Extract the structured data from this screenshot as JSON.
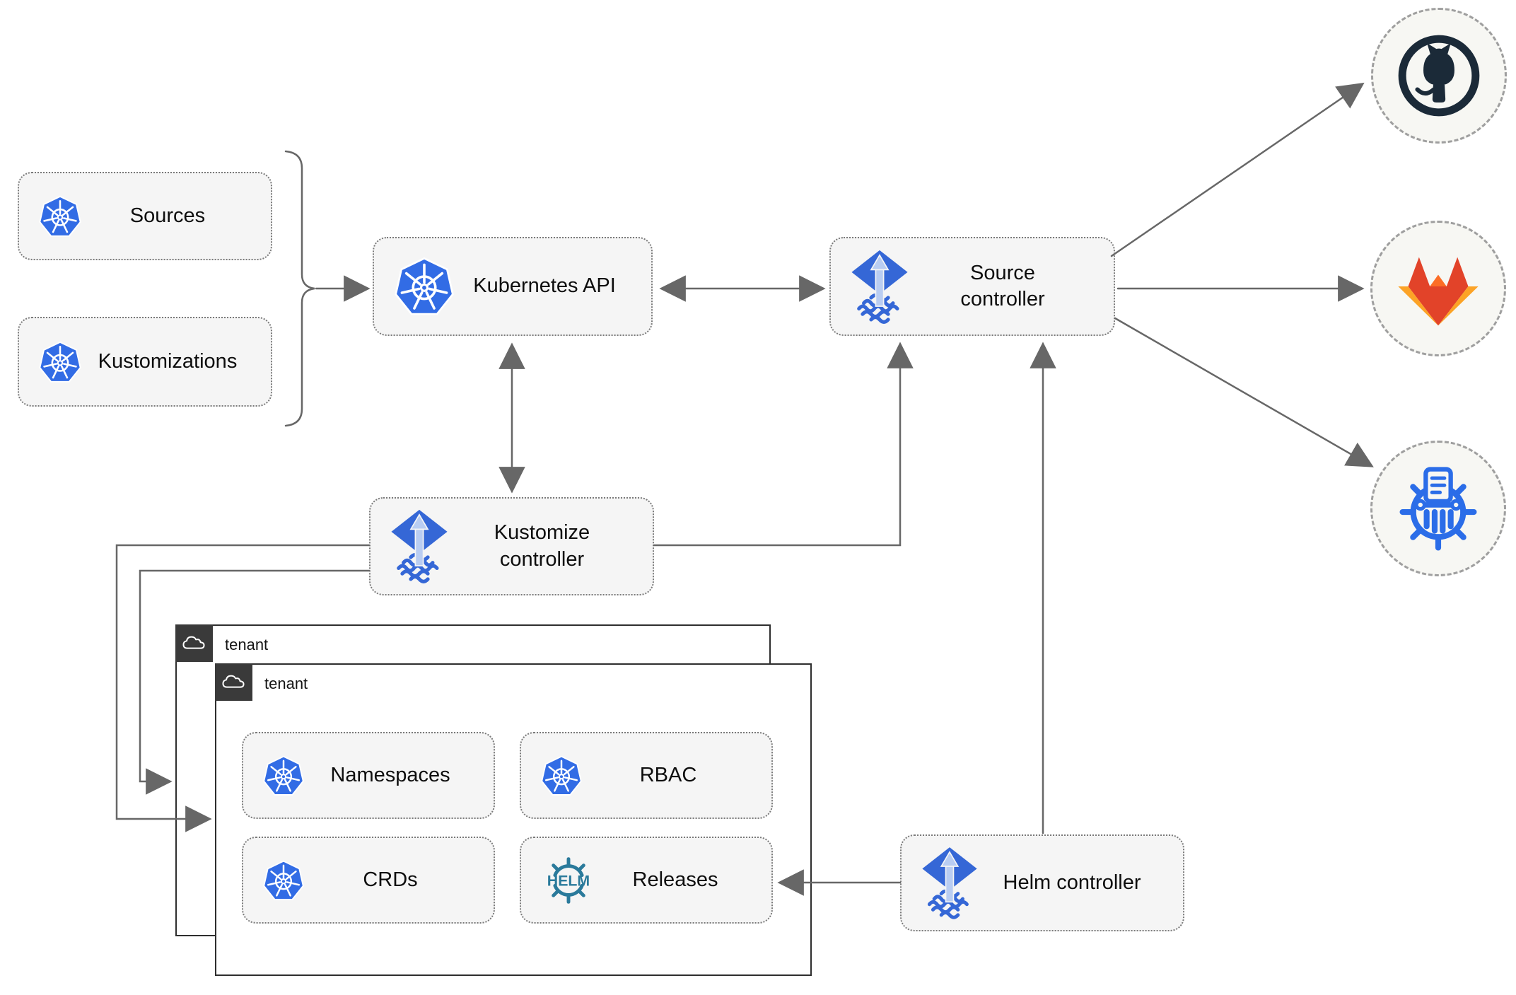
{
  "labels": {
    "sources": "Sources",
    "kustomizations": "Kustomizations",
    "kubernetes_api": "Kubernetes API",
    "source_controller": "Source controller",
    "kustomize_controller": "Kustomize controller",
    "helm_controller": "Helm controller",
    "tenant_back": "tenant",
    "tenant_front": "tenant",
    "namespaces": "Namespaces",
    "rbac": "RBAC",
    "crds": "CRDs",
    "releases": "Releases",
    "helm_logo": "HELM"
  },
  "icons": {
    "kubernetes": "kubernetes-wheel-icon",
    "flux": "flux-arrow-waves-icon",
    "tenant": "cloud-icon",
    "helm": "helm-wheel-icon",
    "github": "github-octocat-icon",
    "gitlab": "gitlab-tanuki-icon",
    "chartmuseum": "chartmuseum-wheel-icon"
  },
  "colors": {
    "node_fill": "#f5f5f5",
    "node_border": "#7a7a7a",
    "arrow": "#676767",
    "kubernetes_blue": "#326ce5",
    "flux_blue": "#3567d6",
    "flux_arrow_light": "#b9cdf2",
    "helm_teal": "#2a7a9b",
    "github_dark": "#1b2a38",
    "gitlab_red": "#e24329",
    "gitlab_orange": "#fc6d26",
    "gitlab_yellow": "#fca326",
    "chartmuseum_blue": "#2b6de8",
    "tenant_header_bg": "#3a3a3a"
  }
}
